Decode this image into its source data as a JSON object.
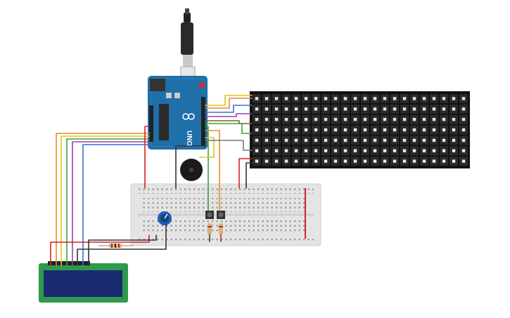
{
  "board": {
    "name": "UNO",
    "brand_icon": "infinity-logo-icon",
    "color": "#1f6fa8"
  },
  "lcd": {
    "bezel_color": "#2e9a4c",
    "screen_color": "#1a2a70",
    "line1": "",
    "line2": ""
  },
  "matrix": {
    "rows": 7,
    "cols": 22,
    "body_color": "#111111"
  },
  "wire_colors": {
    "red": "#d42222",
    "black": "#333333",
    "orange": "#e88a2a",
    "yellow": "#e6c21a",
    "green": "#3aa33a",
    "blue": "#3a6fd8",
    "purple": "#9b3fb0",
    "brown": "#8a5a2a",
    "gray": "#777777"
  },
  "components": {
    "potentiometer_icon": "potentiometer-icon",
    "buzzer_icon": "piezo-buzzer-icon",
    "usb_icon": "usb-cable-icon",
    "resistor_icon": "resistor-icon"
  }
}
